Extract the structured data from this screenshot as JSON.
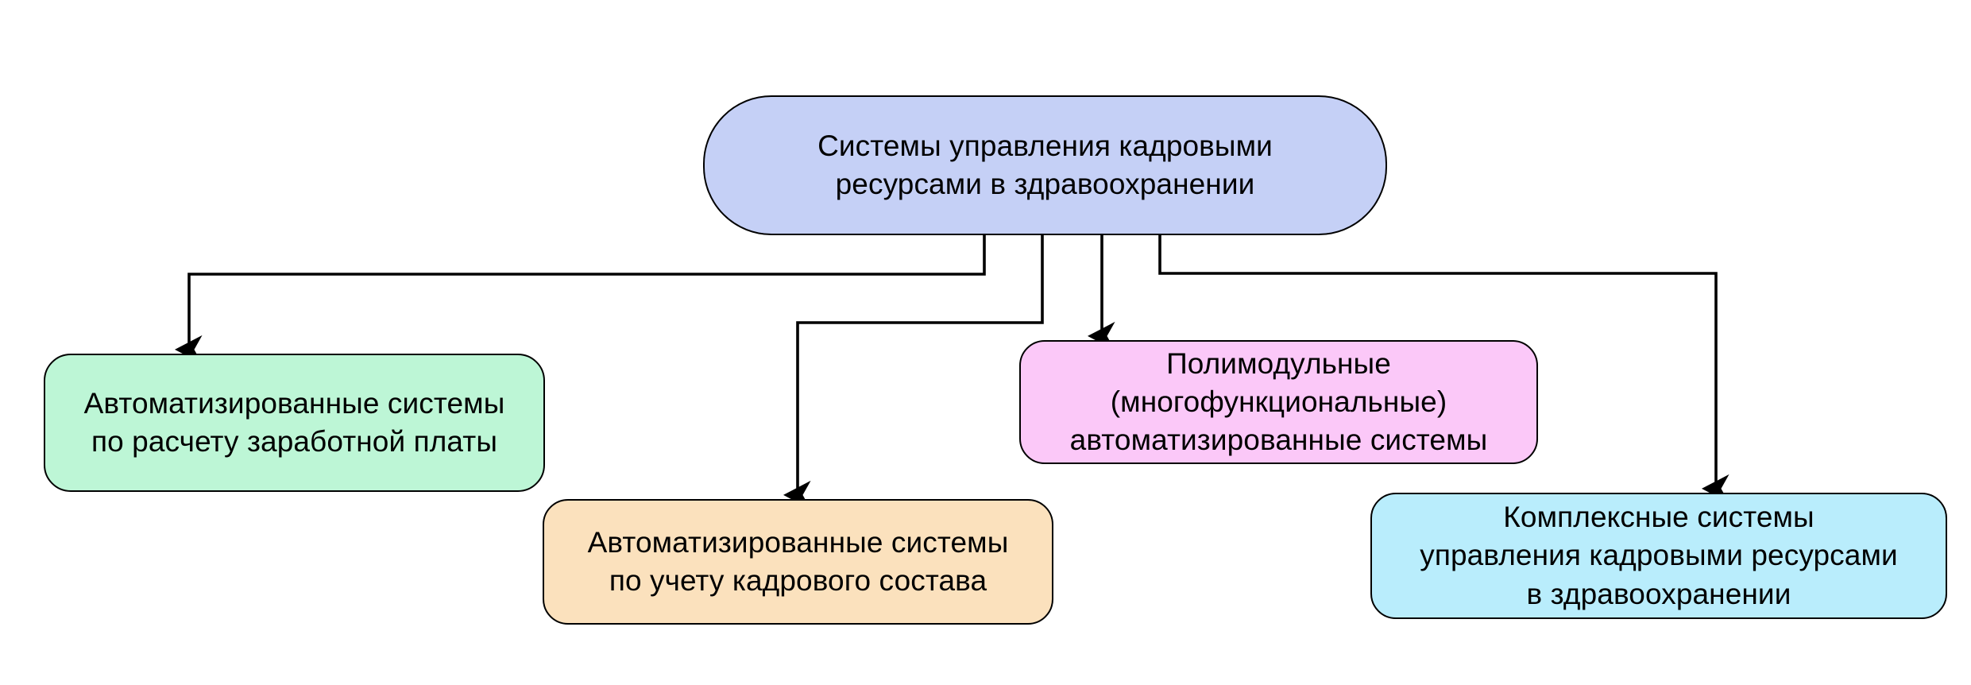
{
  "diagram": {
    "type": "tree",
    "title_node": "root",
    "orientation": "top-down",
    "background_color": "#ffffff",
    "edge_color": "#000000",
    "text_color": "#000000",
    "nodes": [
      {
        "id": "root",
        "role": "root",
        "fill_color": "#c5d0f6",
        "lines": [
          "Системы управления кадровыми",
          "ресурсами в здравоохранении"
        ]
      },
      {
        "id": "payroll",
        "role": "child",
        "fill_color": "#bdf6d6",
        "lines": [
          "Автоматизированные системы",
          "по расчету заработной платы"
        ]
      },
      {
        "id": "staffing",
        "role": "child",
        "fill_color": "#fbe1bd",
        "lines": [
          "Автоматизированные системы",
          "по учету кадрового состава"
        ]
      },
      {
        "id": "polymodular",
        "role": "child",
        "fill_color": "#fbc8f8",
        "lines": [
          "Полимодульные",
          "(многофункциональные)",
          "автоматизированные системы"
        ]
      },
      {
        "id": "complex",
        "role": "child",
        "fill_color": "#b9edfc",
        "lines": [
          "Комплексные системы",
          "управления кадровыми ресурсами",
          "в здравоохранении"
        ]
      }
    ],
    "edges": [
      {
        "id": "edge-root-payroll",
        "from": "root",
        "to": "payroll",
        "arrow": "down"
      },
      {
        "id": "edge-root-staffing",
        "from": "root",
        "to": "staffing",
        "arrow": "down"
      },
      {
        "id": "edge-root-polymodular",
        "from": "root",
        "to": "polymodular",
        "arrow": "down"
      },
      {
        "id": "edge-root-complex",
        "from": "root",
        "to": "complex",
        "arrow": "down"
      }
    ]
  }
}
